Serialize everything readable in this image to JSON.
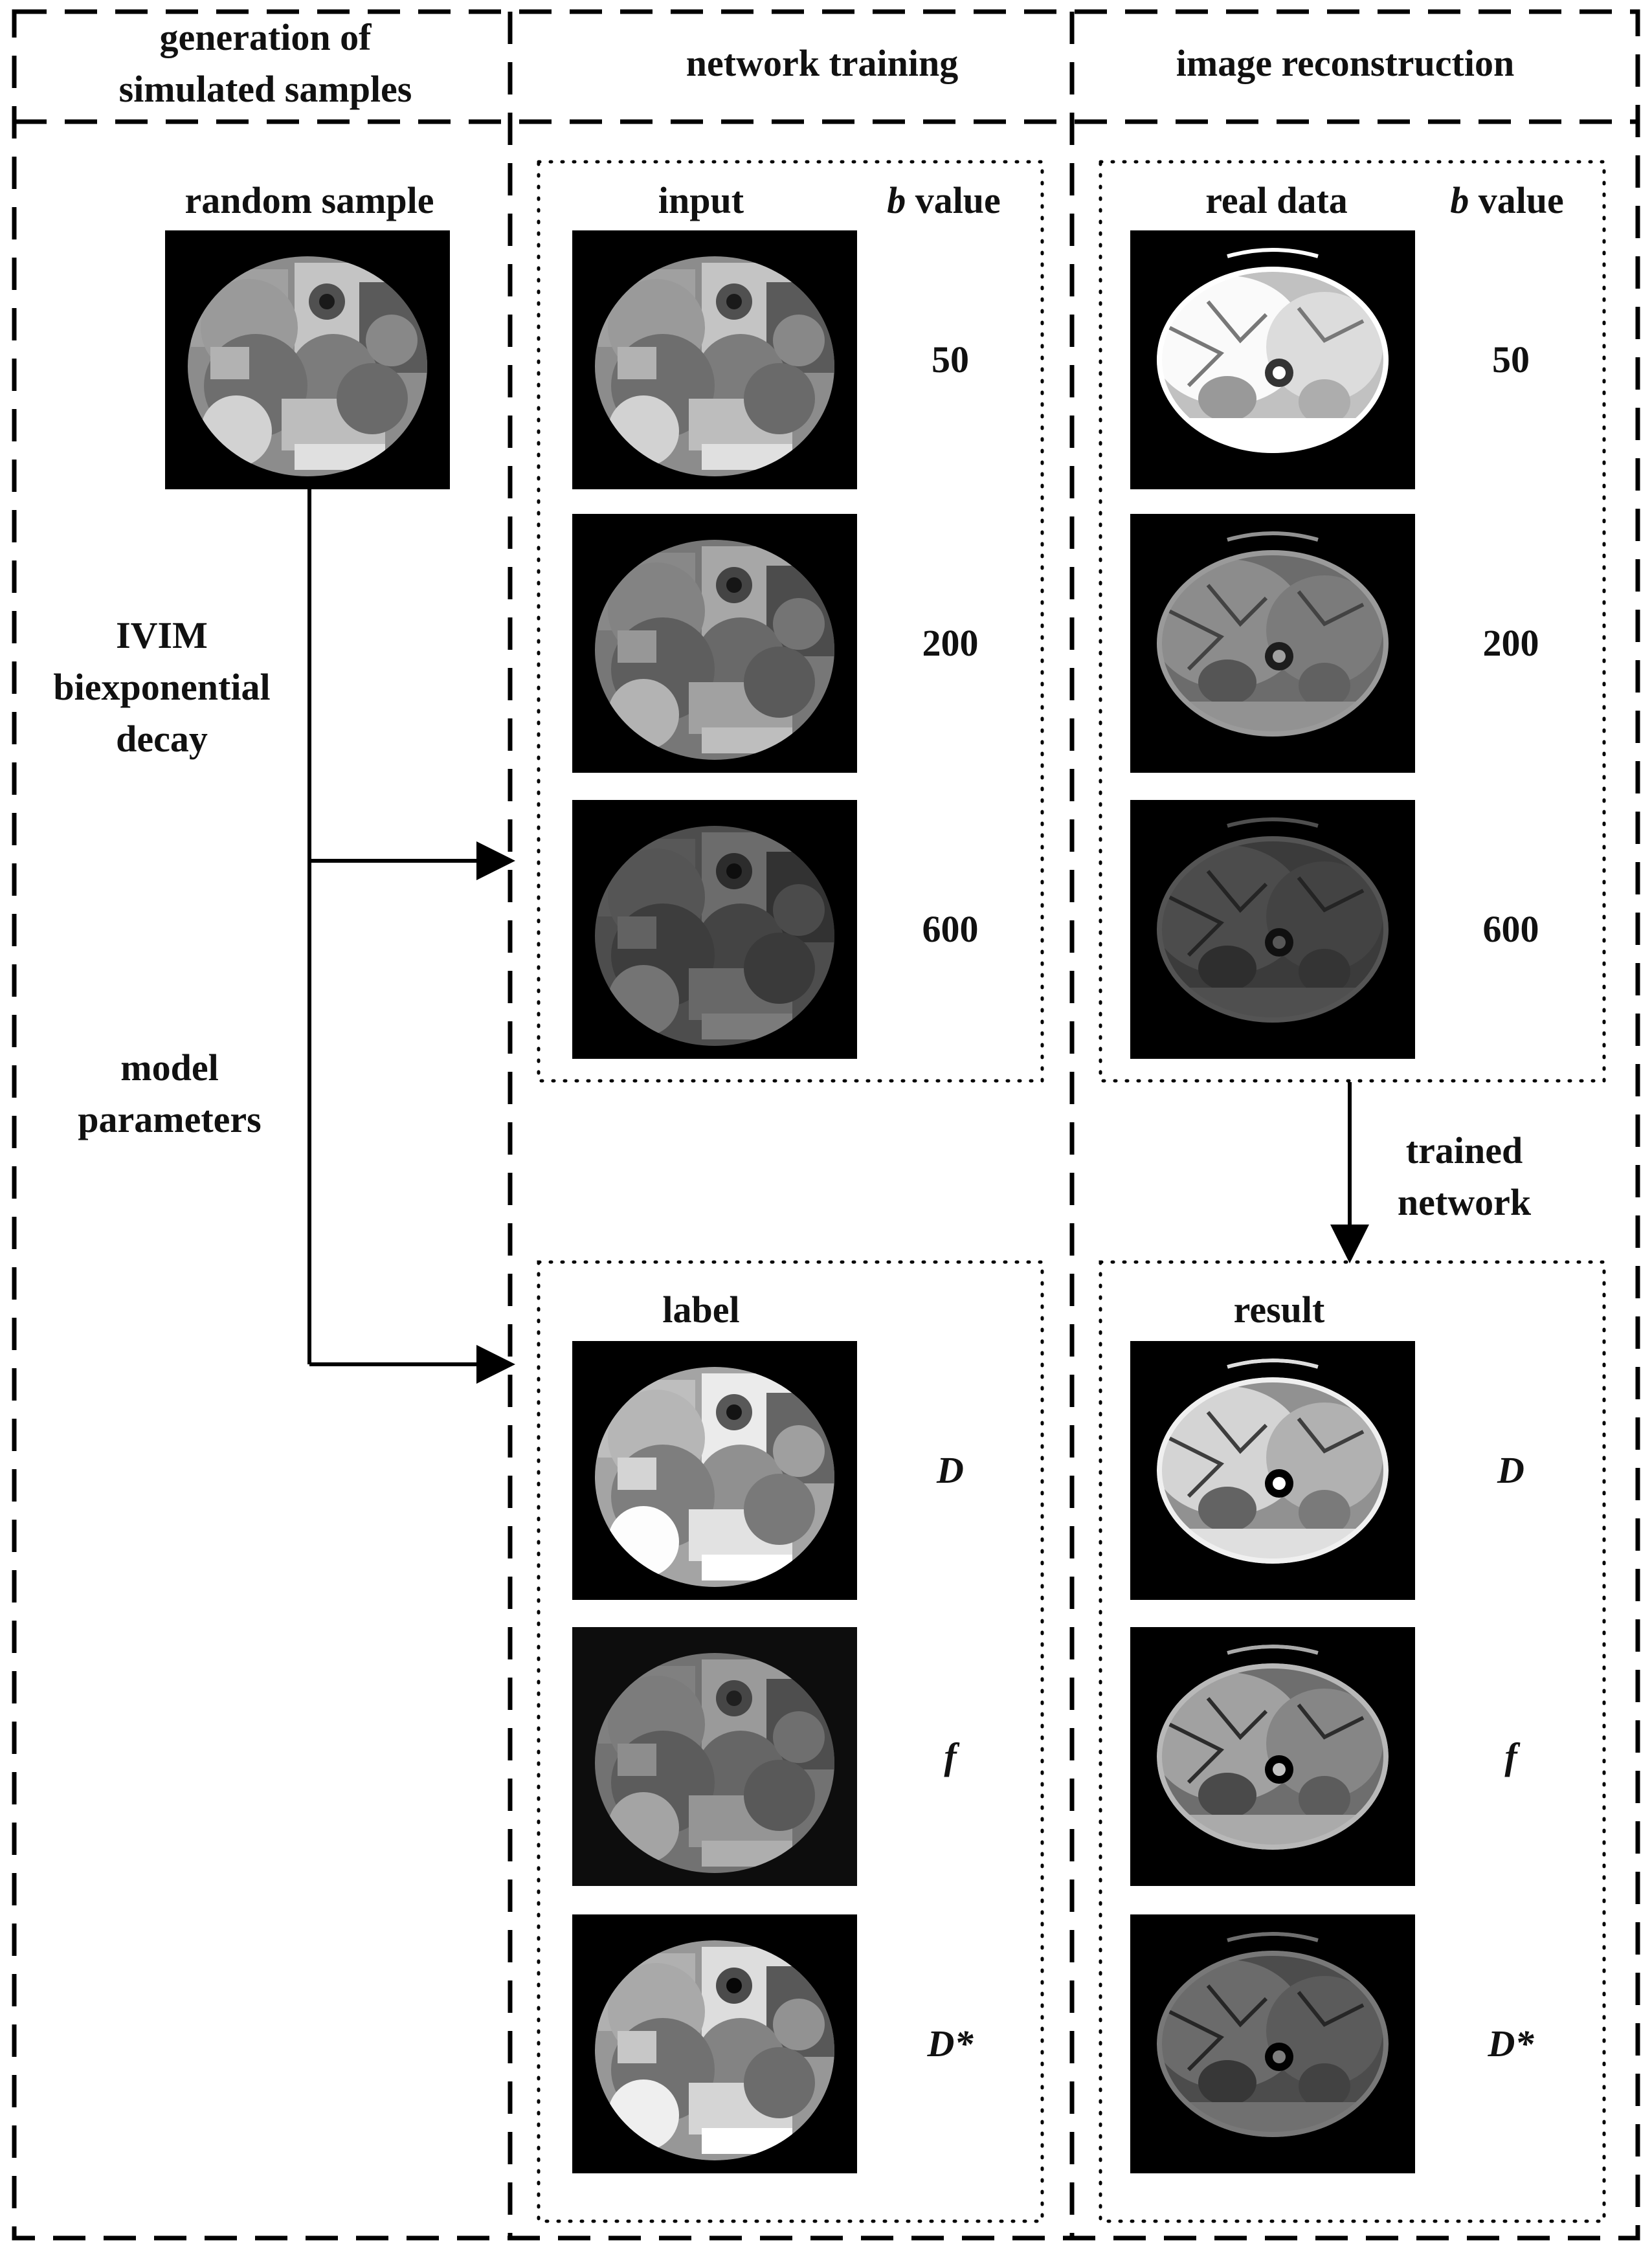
{
  "headers": {
    "col1": [
      "generation of",
      "simulated samples"
    ],
    "col2": "network training",
    "col3": "image reconstruction"
  },
  "left": {
    "random_sample": "random sample",
    "ivim": [
      "IVIM",
      "biexponential",
      "decay"
    ],
    "model": [
      "model",
      "parameters"
    ]
  },
  "training": {
    "input_title": "input",
    "bvalue_italic": "b",
    "bvalue_rest": " value",
    "bvalues": [
      "50",
      "200",
      "600"
    ],
    "label_title": "label",
    "params": [
      "D",
      "f",
      "D*"
    ]
  },
  "reconstruction": {
    "real_title": "real data",
    "bvalue_italic": "b",
    "bvalue_rest": " value",
    "bvalues": [
      "50",
      "200",
      "600"
    ],
    "trained": [
      "trained",
      "network"
    ],
    "result_title": "result",
    "params": [
      "D",
      "f",
      "D*"
    ]
  }
}
